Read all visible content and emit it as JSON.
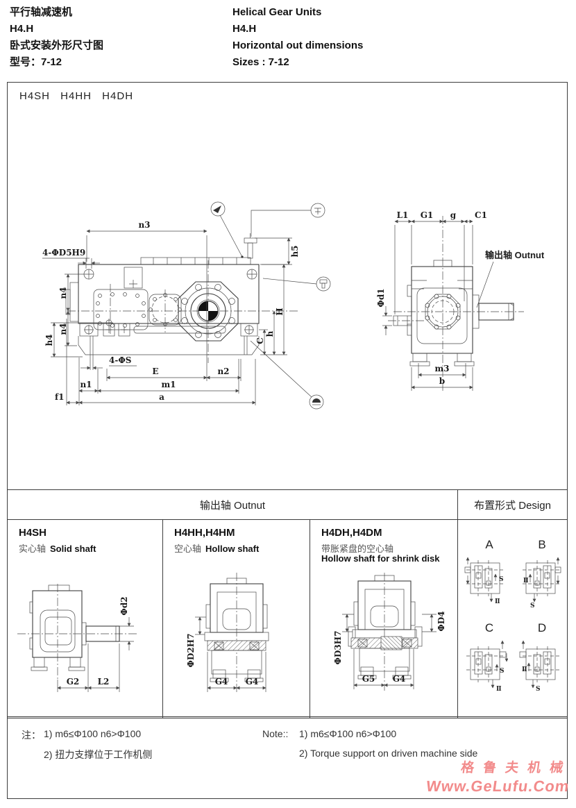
{
  "header": {
    "zh": [
      "平行轴减速机",
      "H4.H",
      "卧式安装外形尺寸图",
      "型号：7-12"
    ],
    "en": [
      "Helical Gear Units",
      "H4.H",
      "Horizontal out dimensions",
      "Sizes : 7-12"
    ]
  },
  "main_drawing": {
    "models_label": "H4SH H4HH H4DH",
    "front": {
      "n3": "n3",
      "d5h9": "4-ΦD5H9",
      "n4_top": "n4",
      "n4_bottom": "n4",
      "h4": "h4",
      "h5": "h5",
      "H": "H",
      "h": "h",
      "C": "C",
      "s4": "4-ΦS",
      "E": "E",
      "n2": "n2",
      "n1": "n1",
      "m1": "m1",
      "a": "a",
      "f1": "f1"
    },
    "side": {
      "L1": "L1",
      "G1": "G1",
      "g": "g",
      "C1": "C1",
      "d1": "Φd1",
      "m3": "m3",
      "b": "b",
      "output_shaft": "输出轴 Outnut"
    }
  },
  "table": {
    "output_header": "输出轴 Outnut",
    "design_header": "布置形式 Design",
    "col1": {
      "title": "H4SH",
      "sub_zh": "实心轴",
      "sub_en": "Solid shaft",
      "d2": "Φd2",
      "G2": "G2",
      "L2": "L2"
    },
    "col2": {
      "title": "H4HH,H4HM",
      "sub_zh": "空心轴",
      "sub_en": "Hollow shaft",
      "D2H7": "ΦD2H7",
      "G4_left": "G4",
      "G4_right": "G4"
    },
    "col3": {
      "title": "H4DH,H4DM",
      "sub_zh": "带胀紧盘的空心轴",
      "sub_en": "Hollow shaft for shrink disk",
      "D3H7": "ΦD3H7",
      "D4": "ΦD4",
      "G5": "G5",
      "G4": "G4"
    },
    "design": {
      "letters": [
        "A",
        "B",
        "C",
        "D"
      ],
      "s_label": "S",
      "ii_label": "Ⅱ"
    }
  },
  "notes": {
    "zh_label": "注：",
    "zh_item1": "1)  m6≤Φ100 n6>Φ100",
    "zh_item2": "2)  扭力支撑位于工作机侧",
    "en_label": "Note::",
    "en_item1": "1)  m6≤Φ100 n6>Φ100",
    "en_item2": "2)  Torque support on driven machine side"
  },
  "watermark": {
    "line1": "格鲁夫机械",
    "line2": "Www.GeLufu.Com",
    "color": "#f28b8b"
  }
}
